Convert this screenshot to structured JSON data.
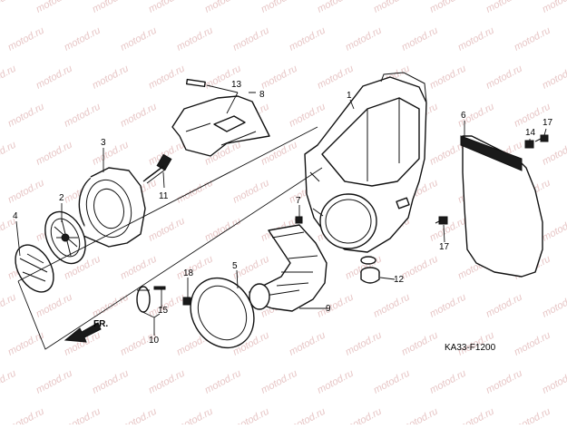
{
  "watermark": "motod.ru",
  "diagram_code": "KA33-F1200",
  "front_label": "FR.",
  "callouts": {
    "n1": "1",
    "n2": "2",
    "n3": "3",
    "n4": "4",
    "n5": "5",
    "n6": "6",
    "n7": "7",
    "n8": "8",
    "n9": "9",
    "n10": "10",
    "n11": "11",
    "n12": "12",
    "n13": "13",
    "n14": "14",
    "n15": "15",
    "n17a": "17",
    "n17b": "17",
    "n18": "18"
  }
}
